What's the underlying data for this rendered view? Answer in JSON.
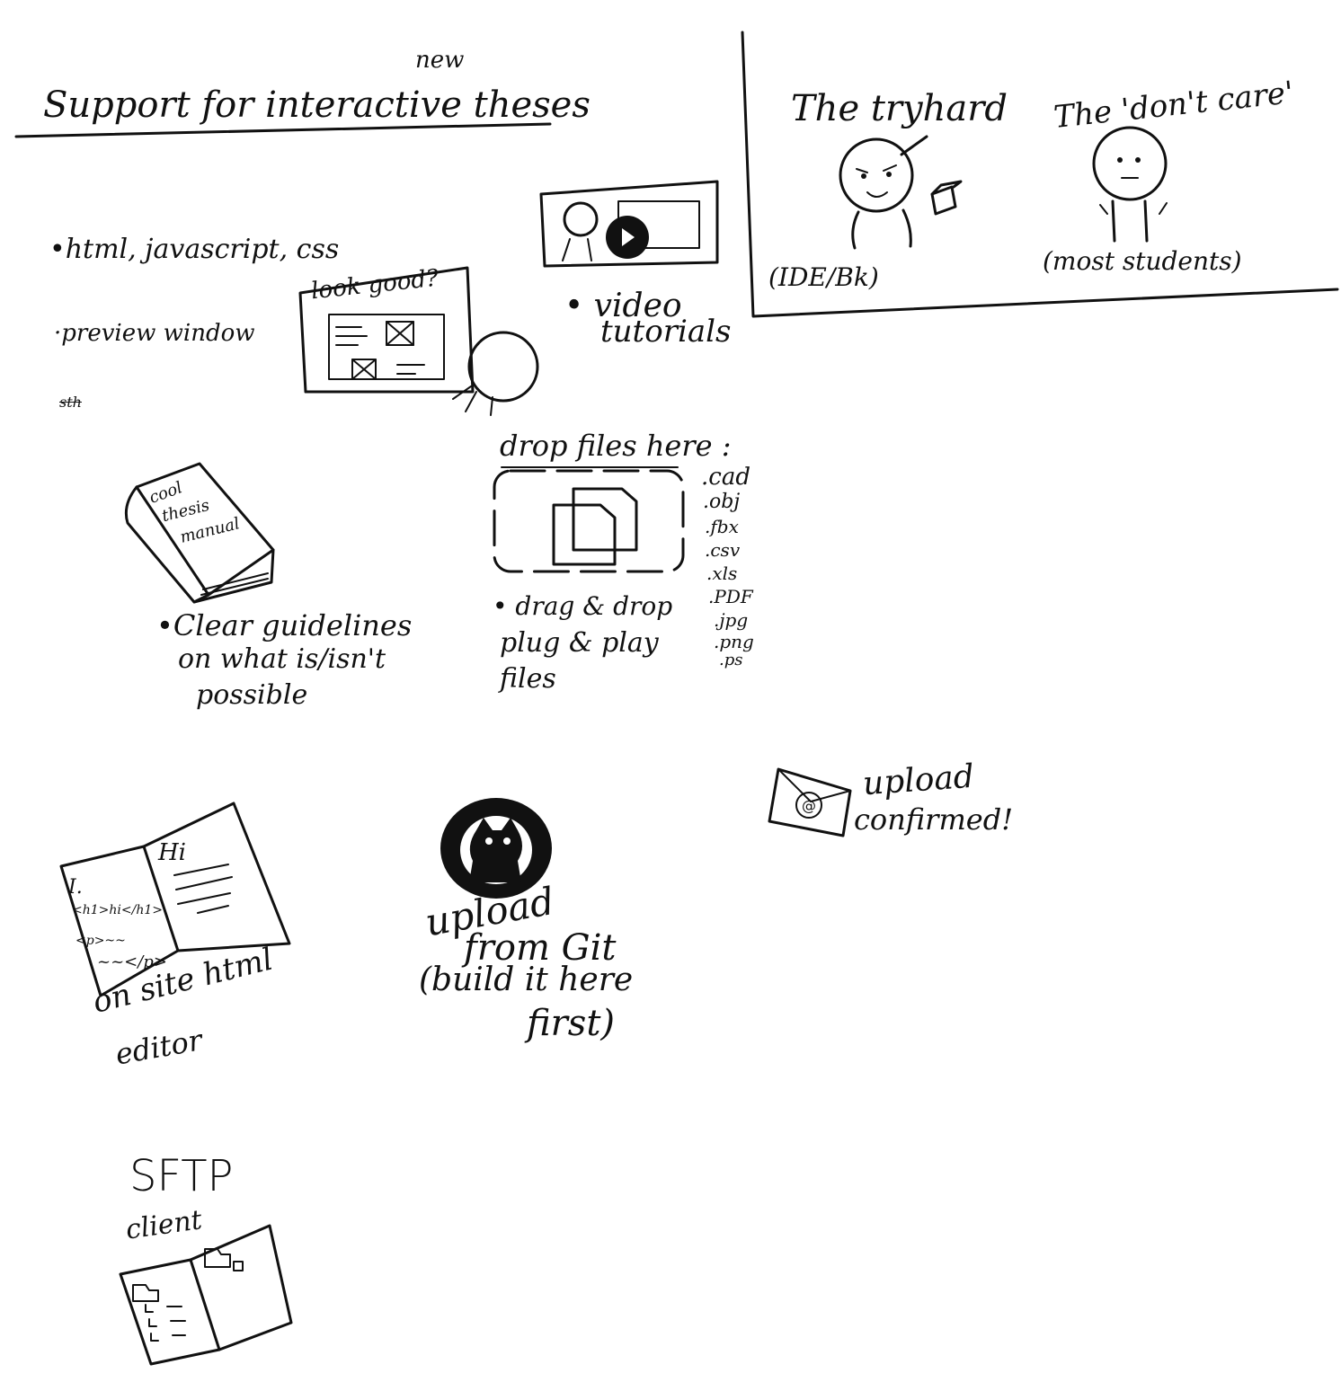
{
  "title": {
    "insert": "new",
    "main": "Support for interactive theses"
  },
  "personas": {
    "tryhard": {
      "name": "The tryhard",
      "note": "(IDE/Bk)"
    },
    "dontcare": {
      "name": "The 'don't care'",
      "note": "(most students)"
    }
  },
  "features": {
    "languages": "•html, javascript, css",
    "preview": "·preview window",
    "preview_screen": "look good?",
    "scribble": "sth",
    "video": [
      "• video",
      "tutorials"
    ],
    "dropzone_title": "drop files here :",
    "extensions": [
      ".cad",
      ".obj",
      ".fbx",
      ".csv",
      ".xls",
      ".PDF",
      ".jpg",
      ".png",
      ".ps"
    ],
    "dragdrop": [
      "• drag & drop",
      "plug & play",
      "files"
    ],
    "book_cover": [
      "cool",
      "thesis",
      "manual"
    ],
    "guidelines": [
      "•Clear guidelines",
      "on what is/isn't",
      "possible"
    ],
    "upload_confirmed": [
      "upload",
      "confirmed!"
    ],
    "editor_left": [
      "I.",
      "<h1>hi</h1>",
      "<p>~~",
      "~~</p>"
    ],
    "editor_right": "Hi",
    "editor_label": [
      "on site html",
      "editor"
    ],
    "git_label": [
      "upload",
      "from Git",
      "(build it here",
      "first)"
    ],
    "sftp_label": [
      "SFTP",
      "client"
    ]
  },
  "icons": [
    "document-stack-icon",
    "book-icon",
    "envelope-icon",
    "git-octocat-icon",
    "video-player-icon",
    "preview-screen-icon",
    "folder-icon"
  ]
}
